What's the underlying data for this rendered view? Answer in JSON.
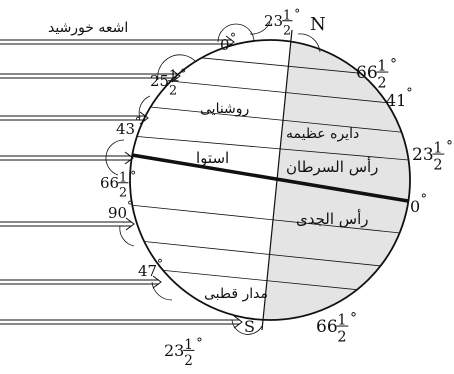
{
  "colors": {
    "line": "#111111",
    "shade": "#e4e4e4",
    "ray": "#111111"
  },
  "labels": {
    "sun_rays": "اشعه خورشید",
    "north": "N",
    "south": "S",
    "illumination_circle": "دایره عظیمه روشنایی",
    "equator": "استوا",
    "tropic_cancer": "رأس السرطان",
    "tropic_capricorn": "رأس الجدی",
    "polar_circle": "مدار قطبی"
  },
  "angles_left": [
    {
      "whole": "0",
      "frac": "",
      "deg": "°"
    },
    {
      "whole": "25",
      "frac": "1/2",
      "deg": "°"
    },
    {
      "whole": "43",
      "frac": "",
      "deg": "°"
    },
    {
      "whole": "66",
      "frac": "1/2",
      "deg": "°"
    },
    {
      "whole": "90",
      "frac": "",
      "deg": "°"
    },
    {
      "whole": "47",
      "frac": "",
      "deg": "°"
    },
    {
      "whole": "23",
      "frac": "1/2",
      "deg": "°"
    }
  ],
  "angles_right": [
    {
      "whole": "66",
      "frac": "1/2",
      "deg": "°"
    },
    {
      "whole": "41",
      "frac": "",
      "deg": "°"
    },
    {
      "whole": "23",
      "frac": "1/2",
      "deg": "°"
    },
    {
      "whole": "0",
      "frac": "",
      "deg": "°"
    },
    {
      "whole": "66",
      "frac": "1/2",
      "deg": "°"
    }
  ],
  "angle_top": {
    "whole": "23",
    "frac": "1/2",
    "deg": "°"
  }
}
